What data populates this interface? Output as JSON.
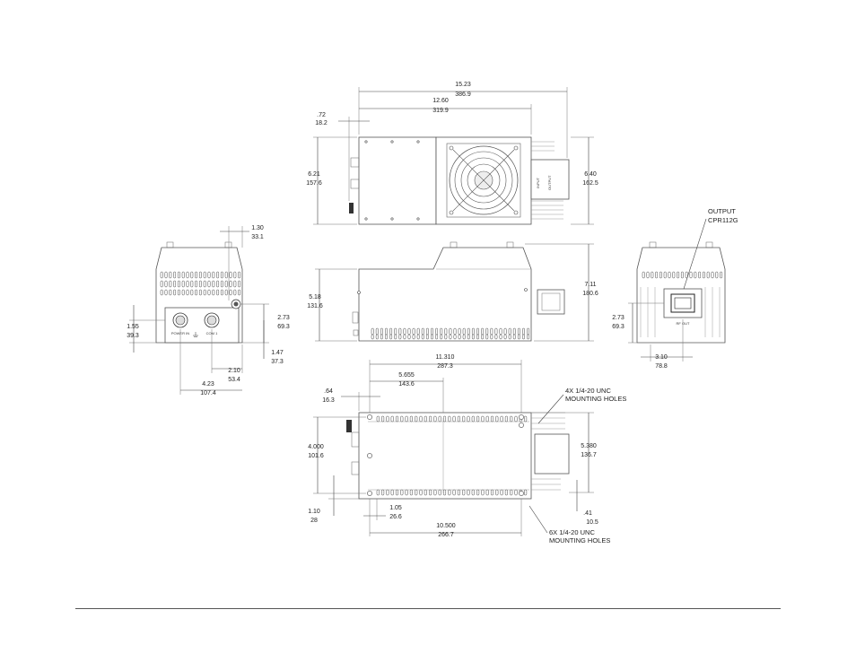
{
  "dimensions": {
    "top": {
      "overall_len": "15.23",
      "overall_len_mm": "386.9",
      "body_len": "12.60",
      "body_len_mm": "319.9",
      "offset": ".72",
      "offset_mm": "18.2",
      "height_left": "6.21",
      "height_left_mm": "157.6",
      "height_right": "6.40",
      "height_right_mm": "162.5"
    },
    "side": {
      "height_left": "5.18",
      "height_left_mm": "131.6",
      "height_right": "7.11",
      "height_right_mm": "180.6"
    },
    "left_end": {
      "top_w": "1.30",
      "top_w_mm": "33.1",
      "h1": "1.55",
      "h1_mm": "39.3",
      "h2": "2.73",
      "h2_mm": "69.3",
      "h3": "1.47",
      "h3_mm": "37.3",
      "w1": "2.10",
      "w1_mm": "53.4",
      "w2": "4.23",
      "w2_mm": "107.4"
    },
    "right_end": {
      "h": "2.73",
      "h_mm": "69.3",
      "w": "3.10",
      "w_mm": "78.8"
    },
    "bottom": {
      "len": "11.310",
      "len_mm": "287.3",
      "half": "5.655",
      "half_mm": "143.6",
      "off_left": ".64",
      "off_left_mm": "16.3",
      "h_left": "4.000",
      "h_left_mm": "101.6",
      "h_right": "5.380",
      "h_right_mm": "136.7",
      "small_left": "1.10",
      "small_left_mm": "28",
      "small_off": "1.05",
      "small_off_mm": "26.6",
      "small_right": ".41",
      "small_right_mm": "10.5",
      "hole_span": "10.500",
      "hole_span_mm": "266.7"
    }
  },
  "notes": {
    "output_label_1": "OUTPUT",
    "output_label_2": "CPR112G",
    "holes_top_1": "4X 1/4-20 UNC",
    "holes_top_2": "MOUNTING HOLES",
    "holes_bottom_1": "6X 1/4-20 UNC",
    "holes_bottom_2": "MOUNTING HOLES"
  },
  "panel_labels": {
    "power_in": "POWER IN",
    "com": "COM 1",
    "rf_out": "RF OUT",
    "input": "INPUT",
    "output": "OUTPUT"
  }
}
